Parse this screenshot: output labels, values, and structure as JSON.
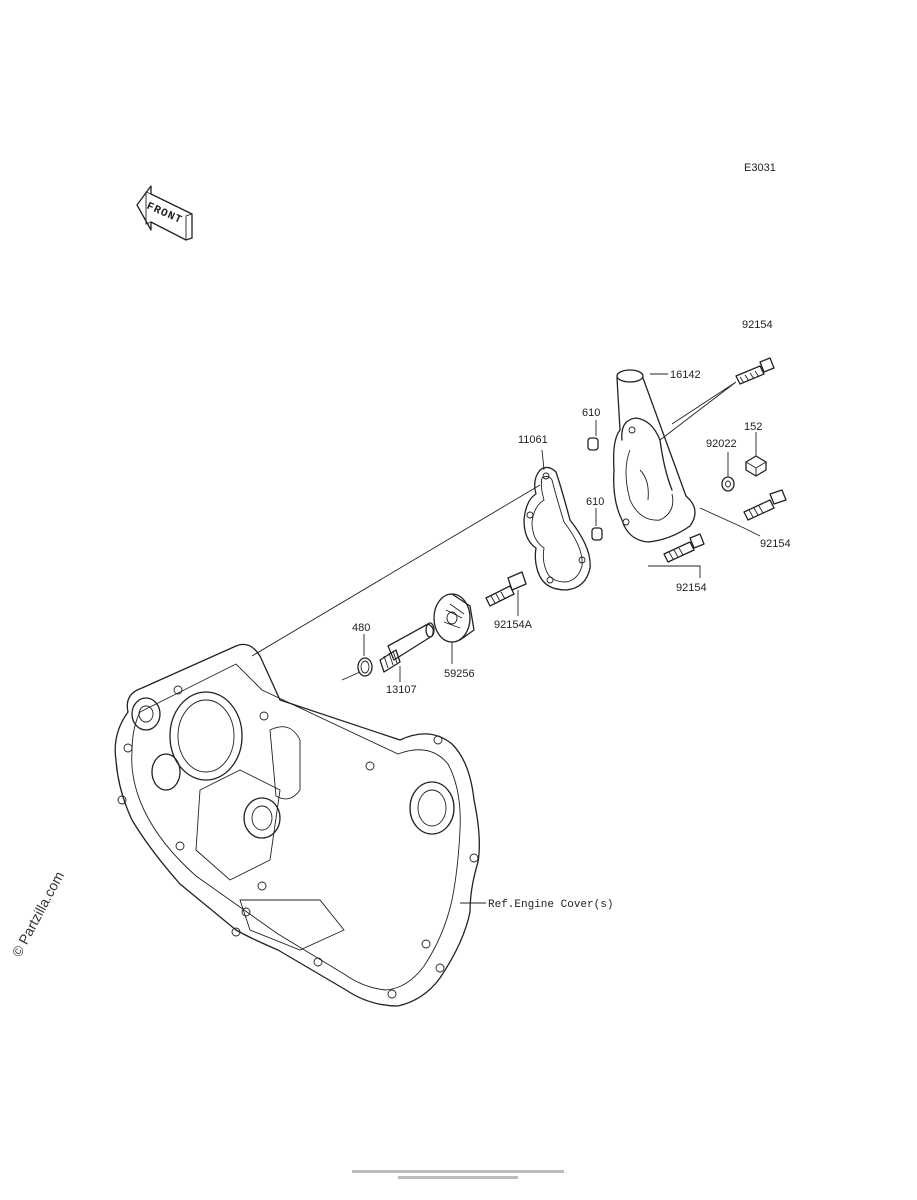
{
  "diagram_code": "E3031",
  "front_badge": "FRONT",
  "watermark": "© Partzilla.com",
  "labels": {
    "p92154_top": "92154",
    "p16142": "16142",
    "p610_top": "610",
    "p11061": "11061",
    "p152": "152",
    "p92022": "92022",
    "p610_mid": "610",
    "p92154_right": "92154",
    "p92154_bottom": "92154",
    "p92154A": "92154A",
    "p480": "480",
    "p59256": "59256",
    "p13107": "13107",
    "ref_engine_cover": "Ref.Engine Cover(s)"
  },
  "footer_text": ""
}
